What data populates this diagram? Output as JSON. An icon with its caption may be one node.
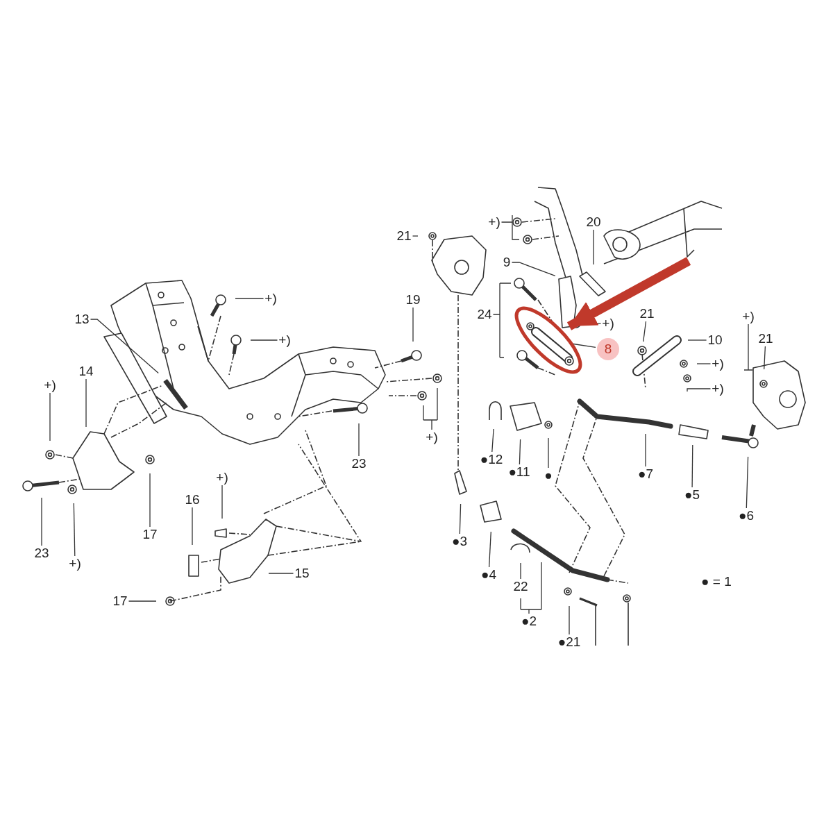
{
  "diagram": {
    "nodes": [
      {
        "text": [
          "21"
        ]
      },
      {
        "text": [
          "+)"
        ]
      },
      {
        "text": [
          "20"
        ]
      },
      {
        "text": [
          "9"
        ]
      },
      {
        "text": [
          "+)"
        ]
      },
      {
        "text": [
          "19"
        ]
      },
      {
        "text": [
          "24"
        ]
      },
      {
        "text": [
          "21"
        ]
      },
      {
        "text": [
          "13"
        ]
      },
      {
        "text": [
          "+)"
        ]
      },
      {
        "text": [
          "+)"
        ]
      },
      {
        "text": [
          "21"
        ]
      },
      {
        "text": [
          "10"
        ]
      },
      {
        "text": [
          "+)"
        ]
      },
      {
        "text": [
          "8"
        ]
      },
      {
        "text": [
          "+)"
        ]
      },
      {
        "text": [
          "14"
        ]
      },
      {
        "text": [
          "+)"
        ]
      },
      {
        "text": [
          "+)"
        ]
      },
      {
        "text": [
          "+)"
        ]
      },
      {
        "text": [
          "●12"
        ]
      },
      {
        "text": [
          "23"
        ]
      },
      {
        "text": [
          "●11"
        ]
      },
      {
        "text": [
          "●"
        ]
      },
      {
        "text": [
          "●7"
        ]
      },
      {
        "text": [
          "+)"
        ]
      },
      {
        "text": [
          "●5"
        ]
      },
      {
        "text": [
          "16"
        ]
      },
      {
        "text": [
          "●6"
        ]
      },
      {
        "text": [
          "17"
        ]
      },
      {
        "text": [
          "●3"
        ]
      },
      {
        "text": [
          "23"
        ]
      },
      {
        "text": [
          "+)"
        ]
      },
      {
        "text": [
          "15"
        ]
      },
      {
        "text": [
          "●4"
        ]
      },
      {
        "text": [
          "22"
        ]
      },
      {
        "text": [
          "17"
        ]
      },
      {
        "text": [
          "●2"
        ]
      },
      {
        "text": [
          "●21"
        ]
      },
      {
        "text": [],
        "shape": "ellipse"
      }
    ],
    "edges": [
      {
        "from": 0,
        "to": null,
        "arrow": "none"
      },
      {
        "from": 1,
        "to": null,
        "arrow": "none"
      },
      {
        "from": 2,
        "to": null,
        "arrow": "none"
      },
      {
        "from": 3,
        "to": null,
        "arrow": "none"
      },
      {
        "from": 4,
        "to": null,
        "arrow": "none"
      },
      {
        "from": 5,
        "to": null,
        "arrow": "none"
      },
      {
        "from": 6,
        "to": null,
        "arrow": "none"
      },
      {
        "from": 7,
        "to": null,
        "arrow": "none"
      },
      {
        "from": 8,
        "to": null,
        "arrow": "none"
      },
      {
        "from": 9,
        "to": null,
        "arrow": "none"
      },
      {
        "from": 10,
        "to": null,
        "arrow": "none"
      },
      {
        "from": 11,
        "to": null,
        "arrow": "none"
      },
      {
        "from": 12,
        "to": null,
        "arrow": "none"
      },
      {
        "from": 13,
        "to": null,
        "arrow": "none"
      },
      {
        "from": 14,
        "to": 39,
        "arrow": "none"
      },
      {
        "from": 15,
        "to": null,
        "arrow": "none"
      },
      {
        "from": 16,
        "to": null,
        "arrow": "none"
      },
      {
        "from": 17,
        "to": null,
        "arrow": "none"
      },
      {
        "from": 18,
        "to": null,
        "arrow": "none"
      },
      {
        "from": 19,
        "to": null,
        "arrow": "none"
      },
      {
        "from": 20,
        "to": null,
        "arrow": "none"
      },
      {
        "from": 21,
        "to": null,
        "arrow": "none"
      },
      {
        "from": 22,
        "to": null,
        "arrow": "none"
      },
      {
        "from": 23,
        "to": null,
        "arrow": "none"
      },
      {
        "from": 24,
        "to": null,
        "arrow": "none"
      },
      {
        "from": 25,
        "to": null,
        "arrow": "none"
      },
      {
        "from": 26,
        "to": null,
        "arrow": "none"
      },
      {
        "from": 27,
        "to": null,
        "arrow": "none"
      },
      {
        "from": 28,
        "to": null,
        "arrow": "none"
      },
      {
        "from": 29,
        "to": null,
        "arrow": "none"
      },
      {
        "from": 30,
        "to": null,
        "arrow": "none"
      },
      {
        "from": 31,
        "to": null,
        "arrow": "none"
      },
      {
        "from": 32,
        "to": null,
        "arrow": "none"
      },
      {
        "from": 33,
        "to": null,
        "arrow": "none"
      },
      {
        "from": 34,
        "to": null,
        "arrow": "none"
      },
      {
        "from": 35,
        "to": null,
        "arrow": "none"
      },
      {
        "from": 36,
        "to": null,
        "arrow": "none"
      },
      {
        "from": 37,
        "to": null,
        "arrow": "none"
      },
      {
        "from": 38,
        "to": null,
        "arrow": "none"
      },
      {
        "from": null,
        "to": 39,
        "arrow": "to",
        "style": "thick",
        "color": "#c0392b"
      }
    ],
    "labels": [
      "● = 1"
    ]
  }
}
